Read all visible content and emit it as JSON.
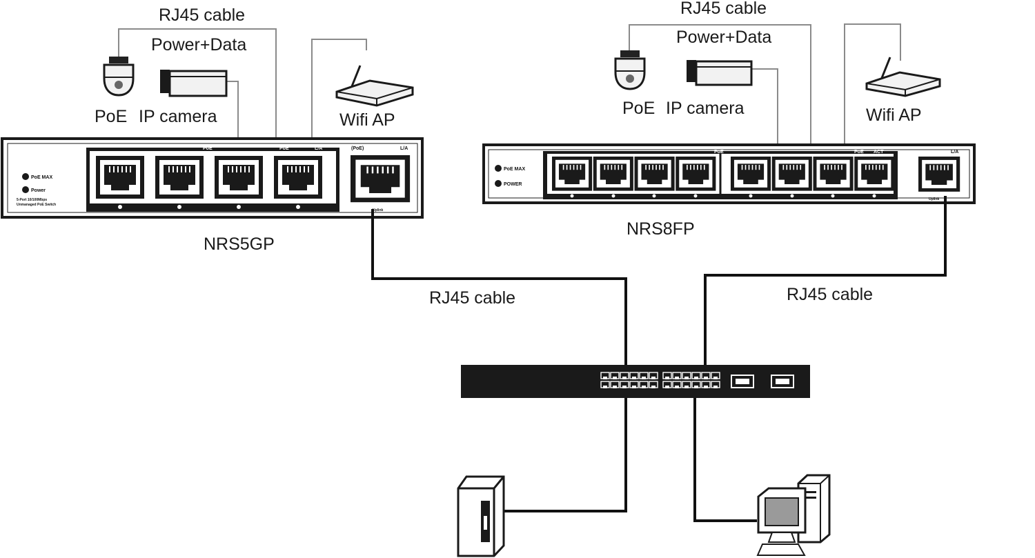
{
  "labels": {
    "left_rj45_cable": "RJ45 cable",
    "left_power_data": "Power+Data",
    "left_poe": "PoE",
    "left_ip_camera": "IP camera",
    "left_wifi_ap": "Wifi  AP",
    "left_switch_name": "NRS5GP",
    "right_rj45_cable": "RJ45 cable",
    "right_power_data": "Power+Data",
    "right_poe": "PoE",
    "right_ip_camera": "IP camera",
    "right_wifi_ap": "Wifi  AP",
    "right_switch_name": "NRS8FP",
    "lower_left_cable": "RJ45  cable",
    "lower_right_cable": "RJ45  cable"
  },
  "nrs5gp_panel": {
    "led_poe_max": "PoE MAX",
    "led_power": "Power",
    "desc_line1": "5-Port 10/100Mbps",
    "desc_line2": "Unmanaged PoE Switch",
    "group_poe": "PoE",
    "group_poe2": "PoE",
    "group_la": "L/A",
    "uplink_poe": "(PoE)",
    "uplink_la": "L/A",
    "uplink_label": "Uplink"
  },
  "nrs8fp_panel": {
    "led_poe_max": "PoE MAX",
    "led_power": "POWER",
    "group_poe": "PoE",
    "group_poe2": "PoE",
    "group_act": "ACT",
    "uplink_la": "L/A",
    "uplink_label": "Uplink"
  },
  "icons": {
    "dome_camera": "dome-camera-icon",
    "bullet_camera": "bullet-camera-icon",
    "wifi_router": "wifi-router-icon",
    "server": "server-icon",
    "workstation": "workstation-icon"
  }
}
